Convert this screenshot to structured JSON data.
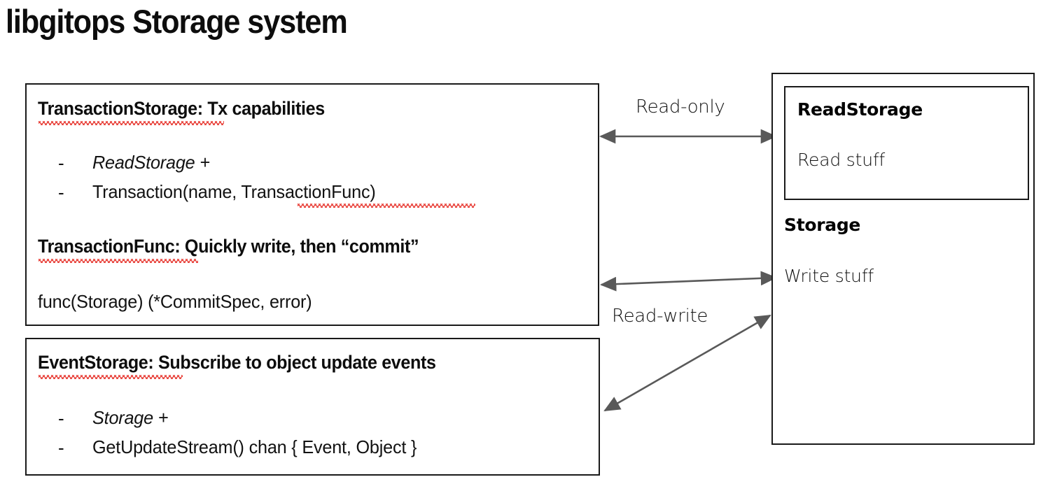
{
  "title": "libgitops Storage system",
  "left_panel": {
    "transaction_storage": {
      "heading": "TransactionStorage: Tx capabilities",
      "bullets": [
        {
          "marker": "-",
          "text": "ReadStorage +",
          "style": "italic"
        },
        {
          "marker": "-",
          "text": "Transaction(name, TransactionFunc)",
          "style": "normal"
        }
      ],
      "heading2": "TransactionFunc: Quickly write, then “commit”",
      "signature": "func(Storage) (*CommitSpec, error)"
    },
    "event_storage": {
      "heading": "EventStorage: Subscribe to object update events",
      "bullets": [
        {
          "marker": "-",
          "text": "Storage +",
          "style": "italic"
        },
        {
          "marker": "-",
          "text": "GetUpdateStream() chan { Event, Object }",
          "style": "normal"
        }
      ]
    }
  },
  "right_panel": {
    "storage": {
      "heading": "Storage",
      "body": "Write stuff"
    },
    "read_storage": {
      "heading": "ReadStorage",
      "body": "Read stuff"
    }
  },
  "connectors": [
    {
      "label": "Read-only",
      "kind": "double-arrow-horizontal"
    },
    {
      "label": "Read-write",
      "kind": "double-arrow-horizontal"
    }
  ],
  "colors": {
    "border": "#1a1a1a",
    "arrow": "#595959",
    "spellcheck_underline": "#e8413a",
    "text": "#000000",
    "background": "#ffffff"
  }
}
